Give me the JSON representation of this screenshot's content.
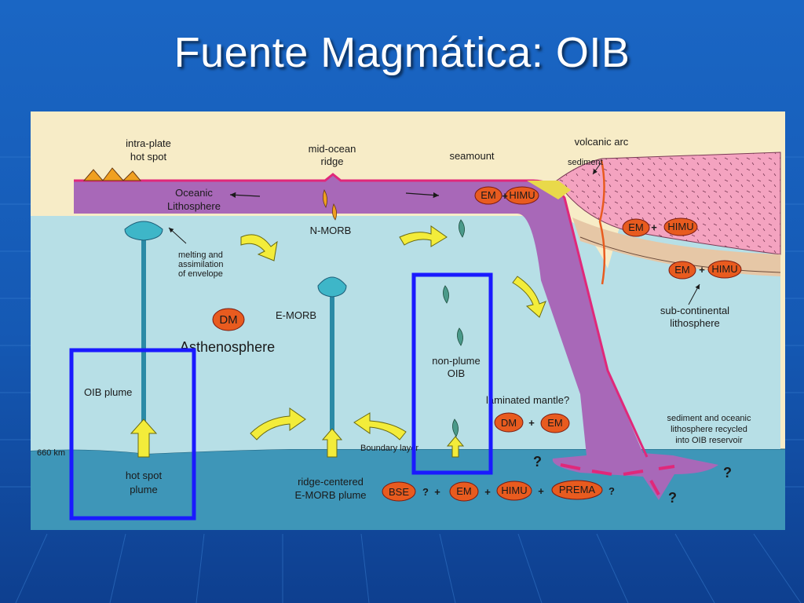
{
  "title": "Fuente Magmática: OIB",
  "colors": {
    "background": "#1559b4",
    "panel": "#f7ecc7",
    "lithosphere": "#a868b8",
    "asthenosphere": "#b7dfe6",
    "lower_mantle": "#3e96b8",
    "continent": "#f4a3c0",
    "reservoir_oval": "#e85b1f",
    "highlight_box": "#1a1aff",
    "arrow": "#f3ec3a"
  },
  "labels": {
    "intraplate_hotspot": [
      "intra-plate",
      "hot spot"
    ],
    "midocean_ridge": [
      "mid-ocean",
      "ridge"
    ],
    "seamount": "seamount",
    "volcanic_arc": "volcanic arc",
    "sediment": "sediment",
    "oceanic_lithosphere": [
      "Oceanic",
      "Lithosphere"
    ],
    "nmorb": "N-MORB",
    "melting": [
      "melting and",
      "assimilation",
      "of envelope"
    ],
    "emorb": "E-MORB",
    "asthenosphere": "Asthenosphere",
    "oib_plume": "OIB plume",
    "nonplume_oib": [
      "non-plume",
      "OIB"
    ],
    "laminated_mantle": "laminated mantle?",
    "subcontinental": [
      "sub-continental",
      "lithosphere"
    ],
    "sediment_recycled": [
      "sediment and oceanic",
      "lithosphere recycled",
      "into OIB reservoir"
    ],
    "depth_660": "660 km",
    "boundary_layer": "Boundary layer",
    "hotspot_plume": [
      "hot spot",
      "plume"
    ],
    "ridge_plume": [
      "ridge-centered",
      "E-MORB plume"
    ],
    "question": "?"
  },
  "reservoirs": {
    "dm": "DM",
    "em": "EM",
    "himu": "HIMU",
    "bse": "BSE",
    "prema": "PREMA",
    "plus": "+"
  }
}
